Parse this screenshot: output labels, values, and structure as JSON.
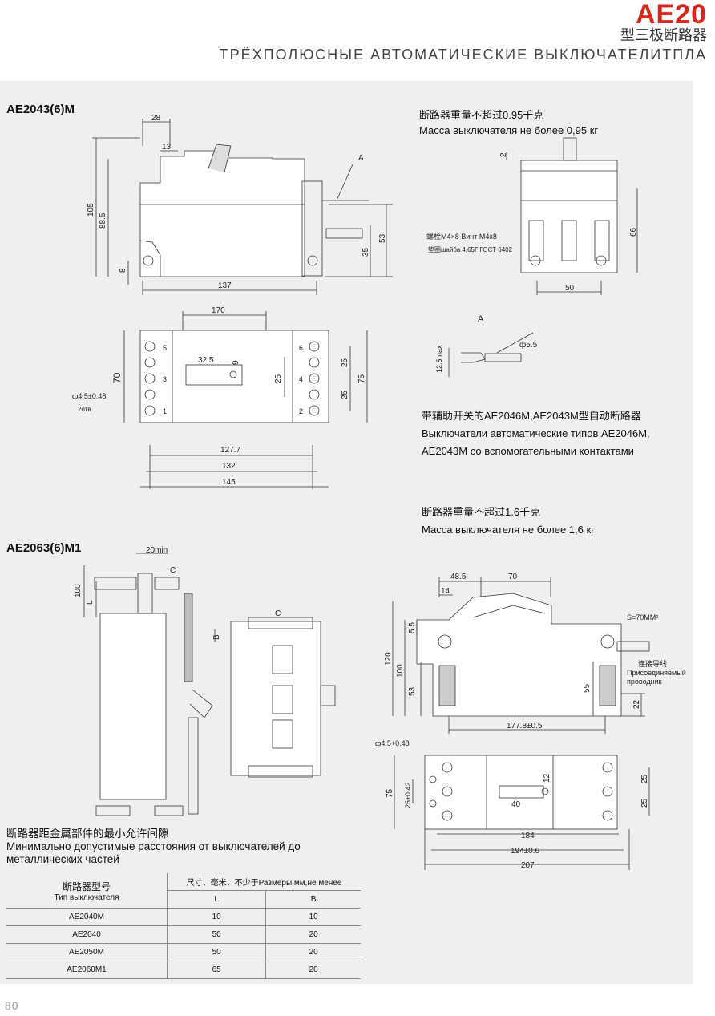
{
  "header": {
    "series_code": "AE20",
    "title_cn": "型三极断路器",
    "title_ru": "ТРЁХПОЛЮСНЫЕ АВТОМАТИЧЕСКИЕ ВЫКЛЮЧАТЕЛИТПЛА"
  },
  "section1": {
    "model": "AE2043(6)M",
    "weight_cn": "断路器重量不超过0.95千克",
    "weight_ru": "Масса выключателя не более 0,95 кг",
    "dims_side": [
      "28",
      "13",
      "105",
      "88.5",
      "8",
      "137",
      "53",
      "35"
    ],
    "label_A": "A",
    "screw_label": "螺栓M4×8 Винт M4x8",
    "washer_label": "垫圈шайба 4,65Г ГОСТ 6402",
    "dims_front": [
      "2",
      "66",
      "50"
    ],
    "dims_top": [
      "170",
      "32.5",
      "9",
      "70",
      "25",
      "25",
      "25",
      "75",
      "127.7",
      "132",
      "145"
    ],
    "hole_label": "ф4.5±0.48",
    "holes_count": "2отв.",
    "terminal_numbers": [
      "5",
      "3",
      "1",
      "6",
      "4",
      "2"
    ],
    "detail_A": {
      "label": "A",
      "dia": "ф5.5",
      "max": "12.5max"
    },
    "aux_cn": "带辅助开关的AE2046M,AE2043M型自动断路器",
    "aux_ru_1": "Выключатели автоматические типов AE2046M,",
    "aux_ru_2": "AE2043M со вспомогательными контактами"
  },
  "section2": {
    "model": "AE2063(6)M1",
    "weight_cn": "断路器重量不超过1.6千克",
    "weight_ru": "Масса выключателя не более 1,6 кг",
    "clear_dims": [
      "20min",
      "C",
      "100",
      "L",
      "C",
      "B"
    ],
    "dims_side": [
      "48.5",
      "70",
      "14",
      "120",
      "100",
      "5.5",
      "53",
      "55",
      "22",
      "177.8±0.5"
    ],
    "wire_area": "S=70MM²",
    "wire_label_cn": "连接导线",
    "wire_label_ru_1": "Присоединяемый",
    "wire_label_ru_2": "проводник",
    "dims_top": [
      "ф4.5+0.48",
      "75",
      "25±0.42",
      "12",
      "40",
      "25",
      "25",
      "184",
      "194±0.6",
      "207"
    ]
  },
  "clearance": {
    "title_cn": "断路器距金属部件的最小允许间隙",
    "title_ru_1": "Минимально допустимые расстояния от выключателей до",
    "title_ru_2": "металлических частей",
    "table": {
      "header_type_cn": "断路器型号",
      "header_type_ru": "Тип выключателя",
      "header_size": "尺寸、毫米、不少于Размеры,мм,не менее",
      "col_L": "L",
      "col_B": "B",
      "rows": [
        {
          "type": "AE2040M",
          "L": "10",
          "B": "10"
        },
        {
          "type": "AE2040",
          "L": "50",
          "B": "20"
        },
        {
          "type": "AE2050M",
          "L": "50",
          "B": "20"
        },
        {
          "type": "AE2060M1",
          "L": "65",
          "B": "20"
        }
      ]
    }
  },
  "page_number": "80"
}
